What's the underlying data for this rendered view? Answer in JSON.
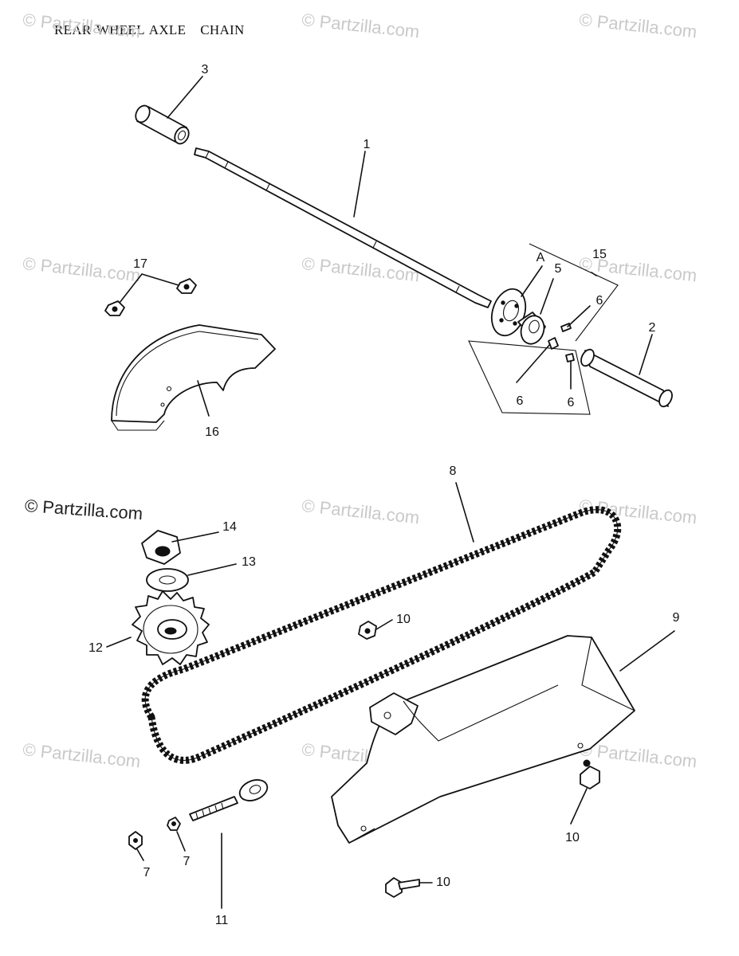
{
  "title": {
    "part1": "REAR WHEEL AXLE",
    "part2": "CHAIN"
  },
  "watermark": {
    "text": "© Partzilla.com"
  },
  "callouts": {
    "c1": "1",
    "c2": "2",
    "c3": "3",
    "c4": "A",
    "c5": "5",
    "c6a": "6",
    "c6b": "6",
    "c6c": "6",
    "c7a": "7",
    "c7b": "7",
    "c8": "8",
    "c9": "9",
    "c10a": "10",
    "c10b": "10",
    "c10c": "10",
    "c11": "11",
    "c12": "12",
    "c13": "13",
    "c14": "14",
    "c15": "15",
    "c16": "16",
    "c17": "17"
  },
  "colors": {
    "ink": "#111111",
    "watermark": "#c9c9c9",
    "paper": "#ffffff"
  }
}
